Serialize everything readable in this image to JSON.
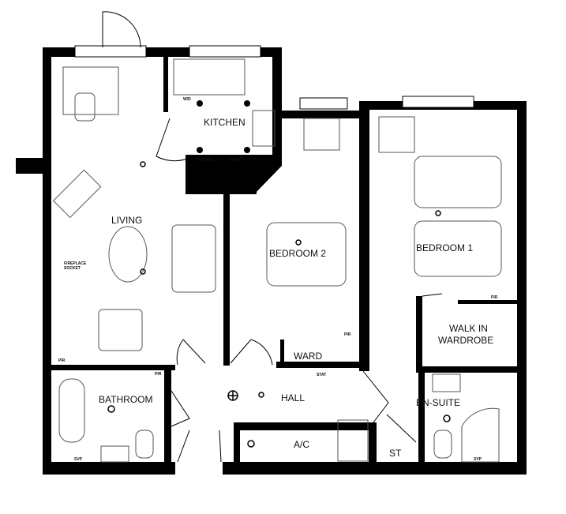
{
  "rooms": {
    "kitchen": "KITCHEN",
    "living": "LIVING",
    "bedroom2": "BEDROOM 2",
    "bedroom1": "BEDROOM 1",
    "walk_in_wardrobe_line1": "WALK IN",
    "walk_in_wardrobe_line2": "WARDROBE",
    "ward": "WARD",
    "hall": "HALL",
    "bathroom": "BATHROOM",
    "en_suite": "EN-SUITE",
    "ac": "A/C",
    "st": "ST"
  },
  "annotations": {
    "wd": "W/D",
    "fridge_freezer": "FRG/FRZ",
    "oven": "OVEN",
    "fireplace_socket_line1": "FIREPLACE",
    "fireplace_socket_line2": "SOCKET",
    "pir": "PIR",
    "svp": "SVP",
    "stat": "STAT"
  },
  "colors": {
    "wall": "#000000",
    "furniture": "#555555",
    "background": "#ffffff"
  }
}
